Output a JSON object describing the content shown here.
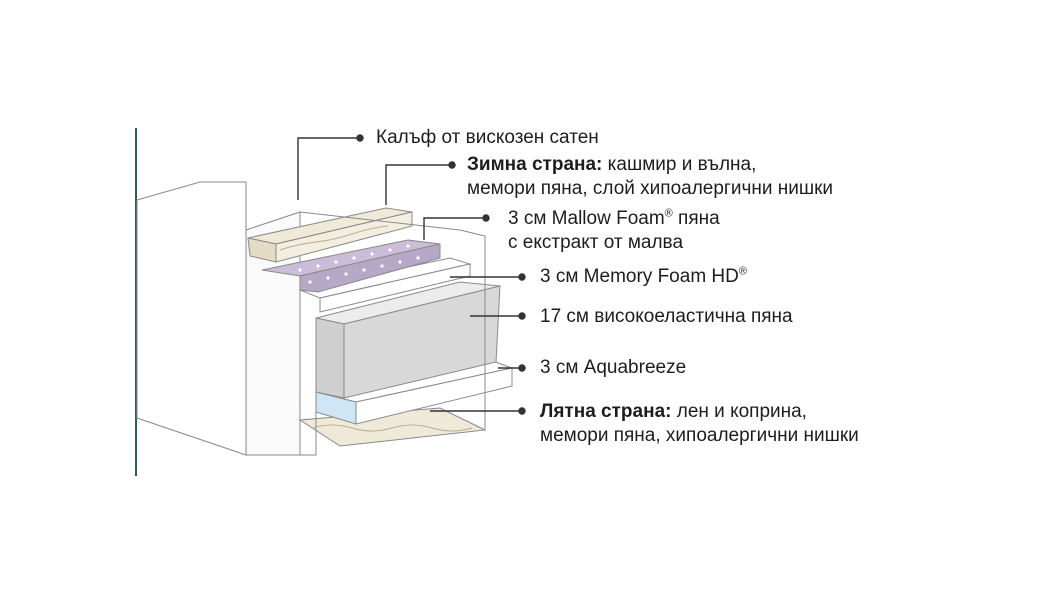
{
  "diagram": {
    "labels": [
      {
        "id": "cover",
        "lines": [
          {
            "text": "Калъф от вискозен сатен"
          }
        ]
      },
      {
        "id": "winter",
        "lines": [
          {
            "bold": "Зимна страна:",
            "text": " кашмир и вълна,"
          },
          {
            "text": "мемори пяна, слой хипоалергични нишки"
          }
        ]
      },
      {
        "id": "mallow",
        "lines": [
          {
            "text": "3 см Mallow Foam",
            "sup": "®",
            "after": " пяна"
          },
          {
            "text": "с екстракт от малва"
          }
        ]
      },
      {
        "id": "memory",
        "lines": [
          {
            "text": "3 см Memory Foam HD",
            "sup": "®"
          }
        ]
      },
      {
        "id": "hr",
        "lines": [
          {
            "text": "17 см високоеластична пяна"
          }
        ]
      },
      {
        "id": "aqua",
        "lines": [
          {
            "text": "3 см Aquabreeze"
          }
        ]
      },
      {
        "id": "summer",
        "lines": [
          {
            "bold": "Лятна страна:",
            "text": " лен и коприна,"
          },
          {
            "text": "мемори пяна, хипоалергични нишки"
          }
        ]
      }
    ]
  },
  "colors": {
    "accent_line": "#2f5a5a",
    "leader": "#333333",
    "mallow_layer": "#b8a8c8",
    "aqua_layer": "#cfe6f7",
    "core_foam": "#d8d8d8",
    "quilt": "#efe9d8"
  }
}
